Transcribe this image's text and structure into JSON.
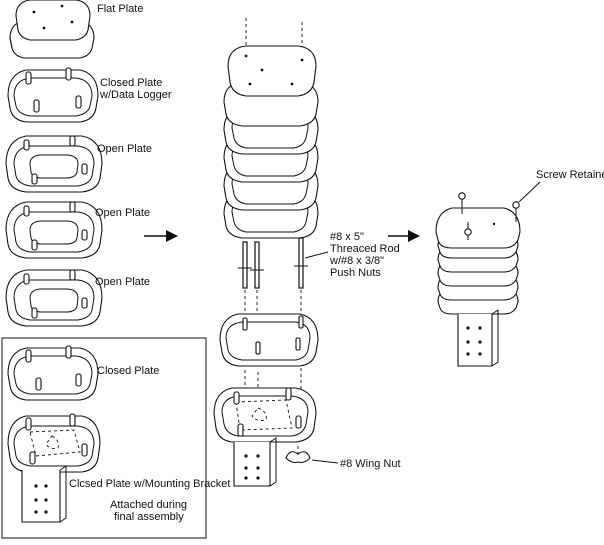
{
  "labels": {
    "flat_plate": "Flat Plate",
    "closed_plate_logger_1": "Closed Plate",
    "closed_plate_logger_2": "w/Data Logger",
    "open_plate_1": "Open Plate",
    "open_plate_2": "Open Plate",
    "open_plate_3": "Open Plate",
    "closed_plate": "Closed Plate",
    "closed_plate_bracket": "Clcsed Plate w/Mounting Bracket",
    "attached_1": "Attached during",
    "attached_2": "final assembly",
    "rod_1": "#8 x 5\"",
    "rod_2": "Threaced Rod",
    "rod_3": "w/#8 x 3/8\"",
    "rod_4": "Push Nuts",
    "wing_nut": "#8 Wing Nut",
    "screw_retainer": "Screw Retainer"
  },
  "colors": {
    "line": "#111111",
    "background": "#ffffff"
  }
}
